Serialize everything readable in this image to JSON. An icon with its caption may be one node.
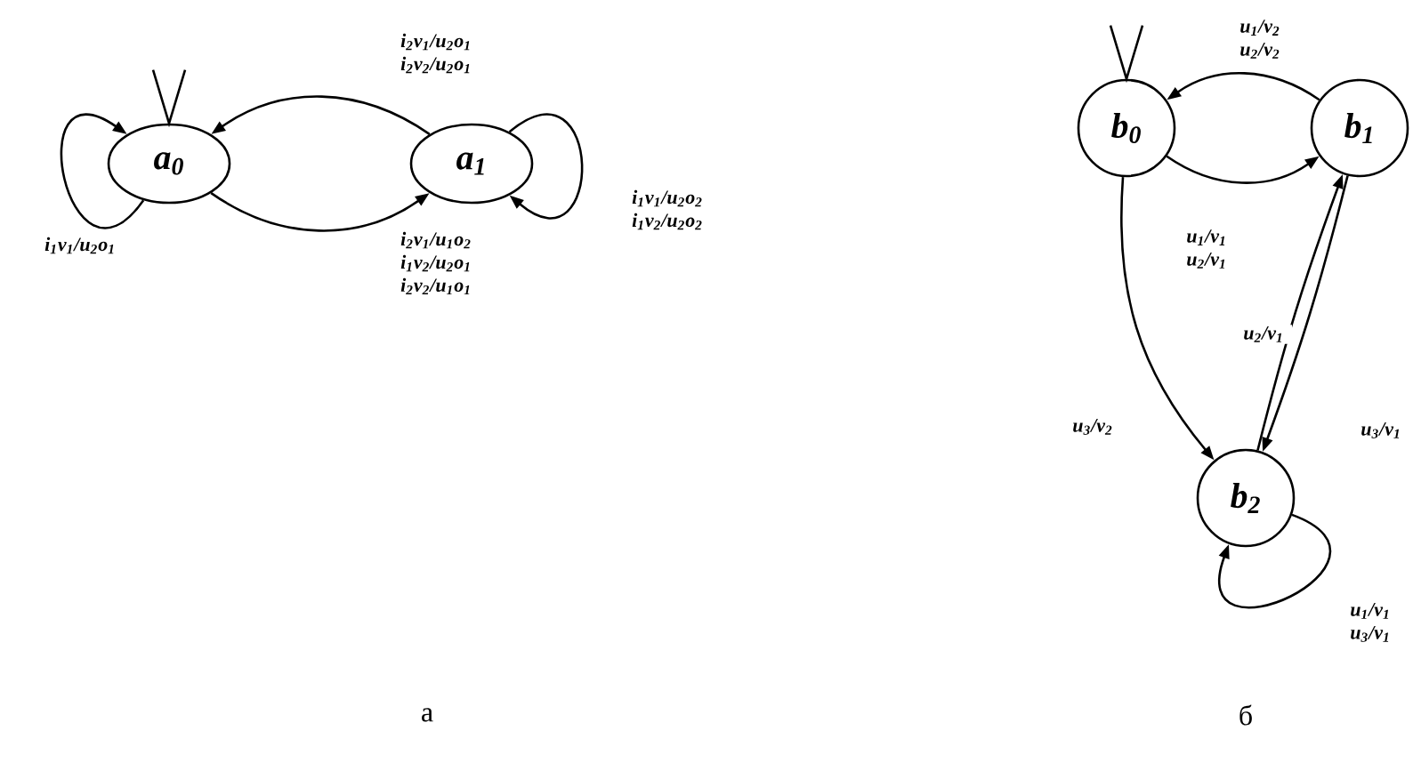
{
  "diagram": {
    "nodes": [
      {
        "text": [
          "a$_{0}$"
        ]
      },
      {
        "text": [
          "a$_{1}$"
        ]
      },
      {
        "text": [
          "b$_{0}$"
        ]
      },
      {
        "text": [
          "b$_{1}$"
        ]
      },
      {
        "text": [
          "b$_{2}$"
        ]
      }
    ],
    "edges": [
      {
        "from": null,
        "to": 0,
        "arrow": "to"
      },
      {
        "from": 1,
        "to": 0,
        "arrow": "to",
        "label": "i$_{2}$v$_{1}$/u$_{2}$o$_{1}$ i$_{2}$v$_{2}$/u$_{2}$o$_{1}$"
      },
      {
        "from": 0,
        "to": 1,
        "arrow": "to",
        "label": "i$_{2}$v$_{1}$/u$_{1}$o$_{2}$ i$_{1}$v$_{2}$/u$_{2}$o$_{1}$ i$_{2}$v$_{2}$/u$_{1}$o$_{1}$"
      },
      {
        "from": 0,
        "to": 0,
        "arrow": "to",
        "label": "i$_{1}$v$_{1}$/u$_{2}$o$_{1}$"
      },
      {
        "from": 1,
        "to": 1,
        "arrow": "to",
        "label": "i$_{1}$v$_{1}$/u$_{2}$o$_{2}$ i$_{1}$v$_{2}$/u$_{2}$o$_{2}$"
      },
      {
        "from": null,
        "to": 2,
        "arrow": "to"
      },
      {
        "from": 3,
        "to": 2,
        "arrow": "to",
        "label": "u$_{1}$/v$_{2}$ u$_{2}$/v$_{2}$"
      },
      {
        "from": 2,
        "to": 3,
        "arrow": "to",
        "label": "u$_{1}$/v$_{1}$ u$_{2}$/v$_{1}$"
      },
      {
        "from": 2,
        "to": 4,
        "arrow": "to",
        "label": "u$_{3}$/v$_{2}$"
      },
      {
        "from": 4,
        "to": 3,
        "arrow": "to",
        "label": "u$_{2}$/v$_{1}$"
      },
      {
        "from": 3,
        "to": 4,
        "arrow": "to",
        "label": "u$_{3}$/v$_{1}$"
      },
      {
        "from": 4,
        "to": 4,
        "arrow": "to",
        "label": "u$_{1}$/v$_{1}$ u$_{3}$/v$_{1}$"
      }
    ],
    "labels": [
      "а",
      "б"
    ]
  }
}
